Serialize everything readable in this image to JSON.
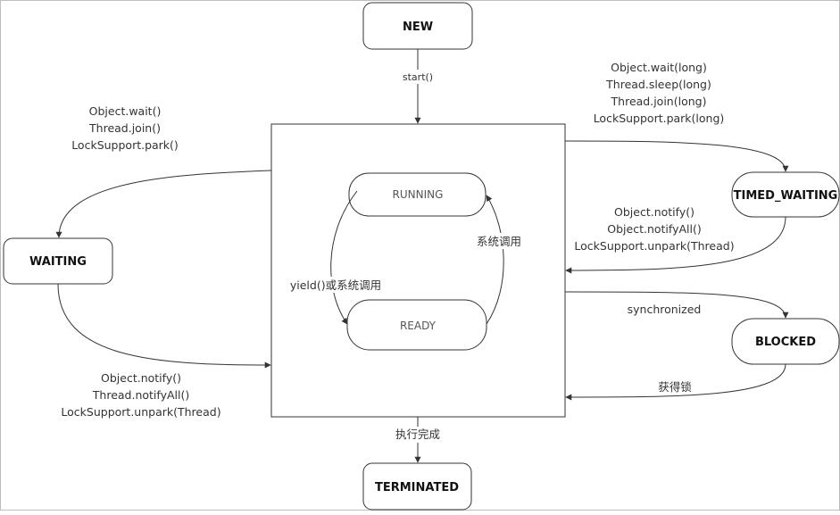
{
  "states": {
    "new": "NEW",
    "running": "RUNNING",
    "ready": "READY",
    "waiting": "WAITING",
    "timed_waiting": "TIMED_WAITING",
    "blocked": "BLOCKED",
    "terminated": "TERMINATED"
  },
  "transitions": {
    "start": "start()",
    "to_waiting": [
      "Object.wait()",
      "Thread.join()",
      "LockSupport.park()"
    ],
    "from_waiting": [
      "Object.notify()",
      "Thread.notifyAll()",
      "LockSupport.unpark(Thread)"
    ],
    "to_timed_waiting": [
      "Object.wait(long)",
      "Thread.sleep(long)",
      "Thread.join(long)",
      "LockSupport.park(long)"
    ],
    "from_timed_waiting": [
      "Object.notify()",
      "Object.notifyAll()",
      "LockSupport.unpark(Thread)"
    ],
    "to_blocked": "synchronized",
    "from_blocked": "获得锁",
    "running_to_ready": "yield()或系统调用",
    "ready_to_running": "系统调用",
    "to_terminated": "执行完成"
  }
}
